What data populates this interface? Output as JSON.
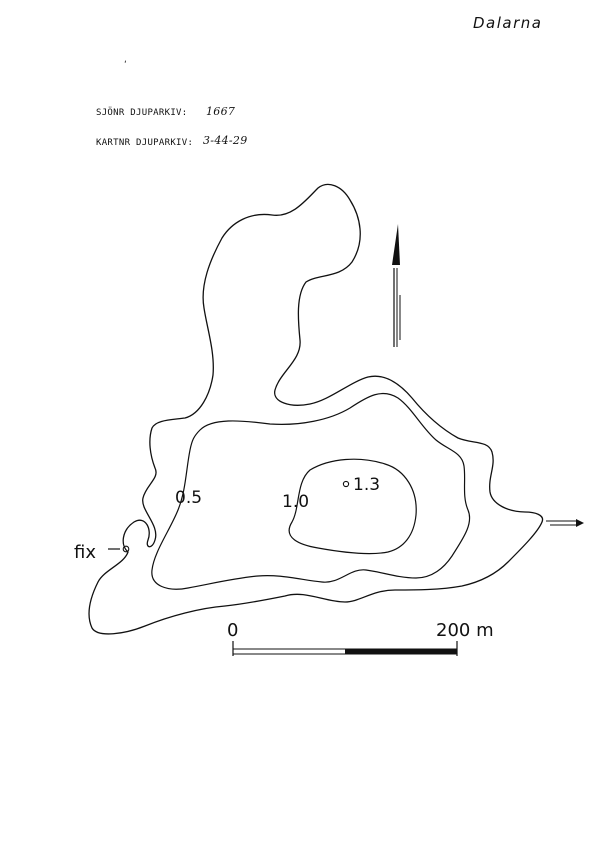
{
  "header": {
    "region": "Dalarna",
    "tick": "‘",
    "lake_number_label": "SJÖNR DJUPARKIV:",
    "lake_number_value": "1667",
    "map_number_label": "KARTNR DJUPARKIV:",
    "map_number_value": "3-44-29"
  },
  "map": {
    "depth_labels": {
      "contour_05": "0.5",
      "contour_10": "1.0",
      "max_depth": "1.3"
    },
    "fix_label": "fix",
    "scale": {
      "start_label": "0",
      "end_label": "200 m"
    },
    "icons": [
      "north-arrow-icon",
      "outflow-arrow-icon",
      "fix-point-icon",
      "deepest-point-icon"
    ]
  }
}
